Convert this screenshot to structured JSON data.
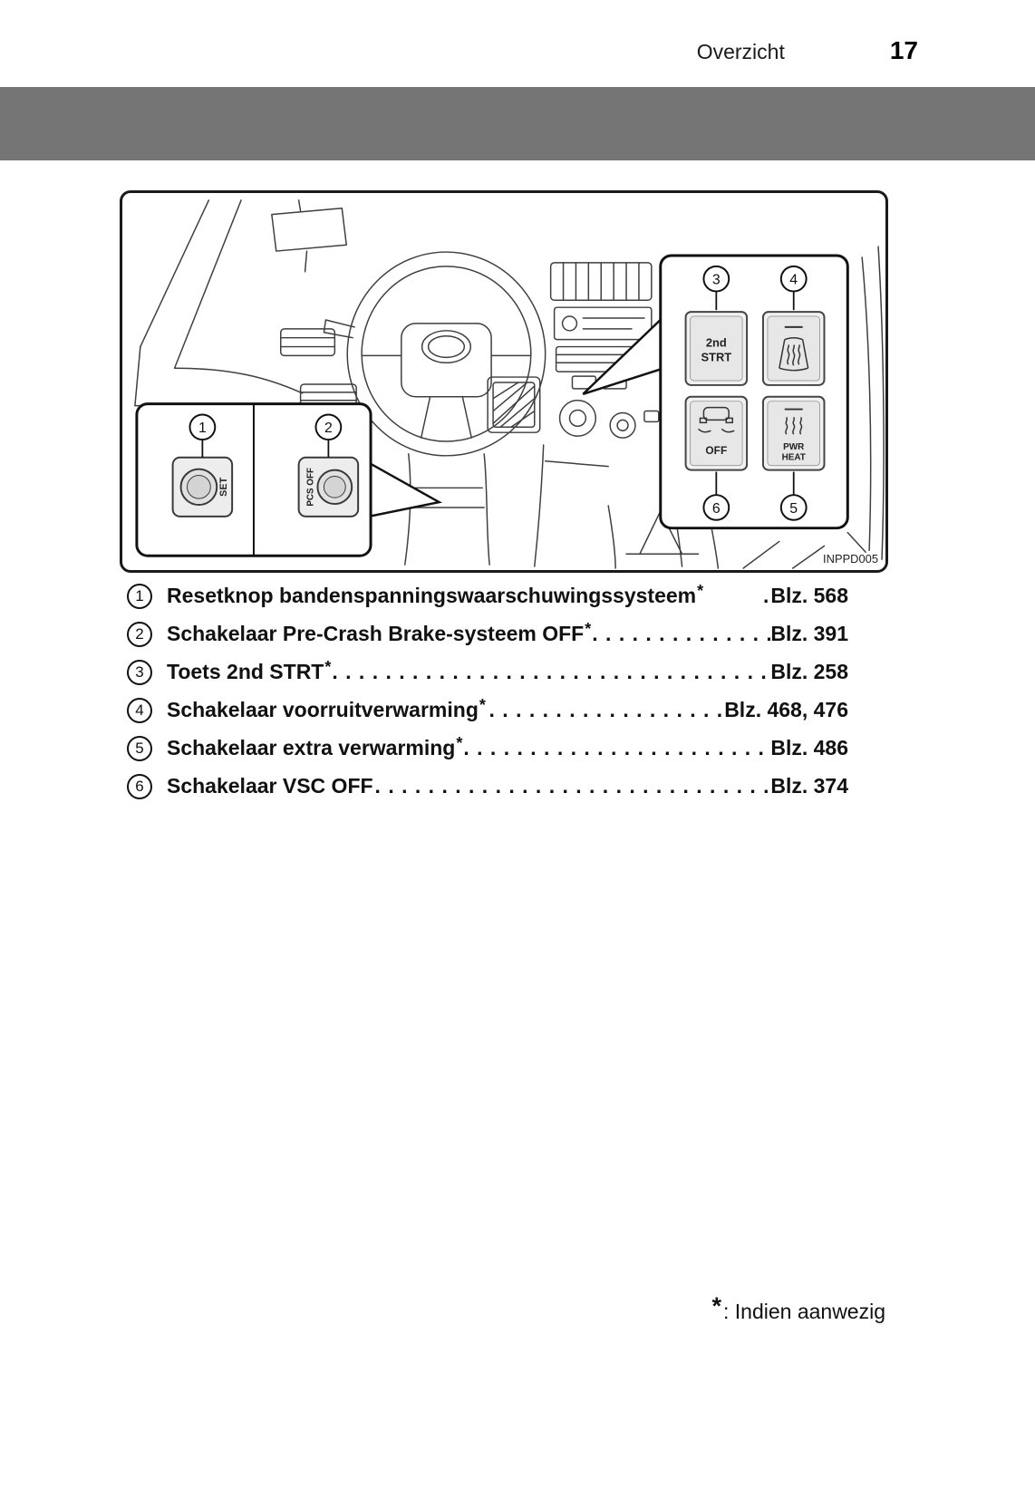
{
  "header": {
    "section": "Overzicht",
    "page_number": "17"
  },
  "figure": {
    "code": "INPPD005",
    "callouts": {
      "c1": "1",
      "c2": "2",
      "c3": "3",
      "c4": "4",
      "c5": "5",
      "c6": "6"
    },
    "switches": {
      "set": "SET",
      "pcs_off": "PCS OFF",
      "second_start_line1": "2nd",
      "second_start_line2": "STRT",
      "vsc_off": "OFF",
      "pwr_heat_line1": "PWR",
      "pwr_heat_line2": "HEAT"
    },
    "icons": {
      "defroster": "windshield-defroster-icon",
      "vsc": "car-skid-icon",
      "heater": "heat-waves-icon"
    }
  },
  "legend": {
    "items": [
      {
        "num": "1",
        "label": "Resetknop bandenspanningswaarschuwingssysteem",
        "star": "*",
        "leader": " .",
        "page": "Blz. 568"
      },
      {
        "num": "2",
        "label": "Schakelaar Pre-Crash Brake-systeem OFF",
        "star": "*",
        "leader": ". . . . . . . . . . . . . .",
        "page": "Blz. 391"
      },
      {
        "num": "3",
        "label": "Toets 2nd STRT",
        "star": "*",
        "leader": " . . . . . . . . . . . . . . . . . . . . . . . . . . . . . . . . . . .",
        "page": "Blz. 258"
      },
      {
        "num": "4",
        "label": "Schakelaar voorruitverwarming",
        "star": "*",
        "leader": ". . . . . . . . . . . . . . . . . .",
        "page": "Blz. 468, 476"
      },
      {
        "num": "5",
        "label": "Schakelaar extra verwarming",
        "star": "*",
        "leader": ". . . . . . . . . . . . . . . . . . . . . . . . .",
        "page": "Blz. 486"
      },
      {
        "num": "6",
        "label": "Schakelaar VSC OFF",
        "star": "",
        "leader": ". . . . . . . . . . . . . . . . . . . . . . . . . . . . . . . . .",
        "page": "Blz. 374"
      }
    ]
  },
  "footnote": {
    "star": "*",
    "text": ": Indien aanwezig"
  }
}
